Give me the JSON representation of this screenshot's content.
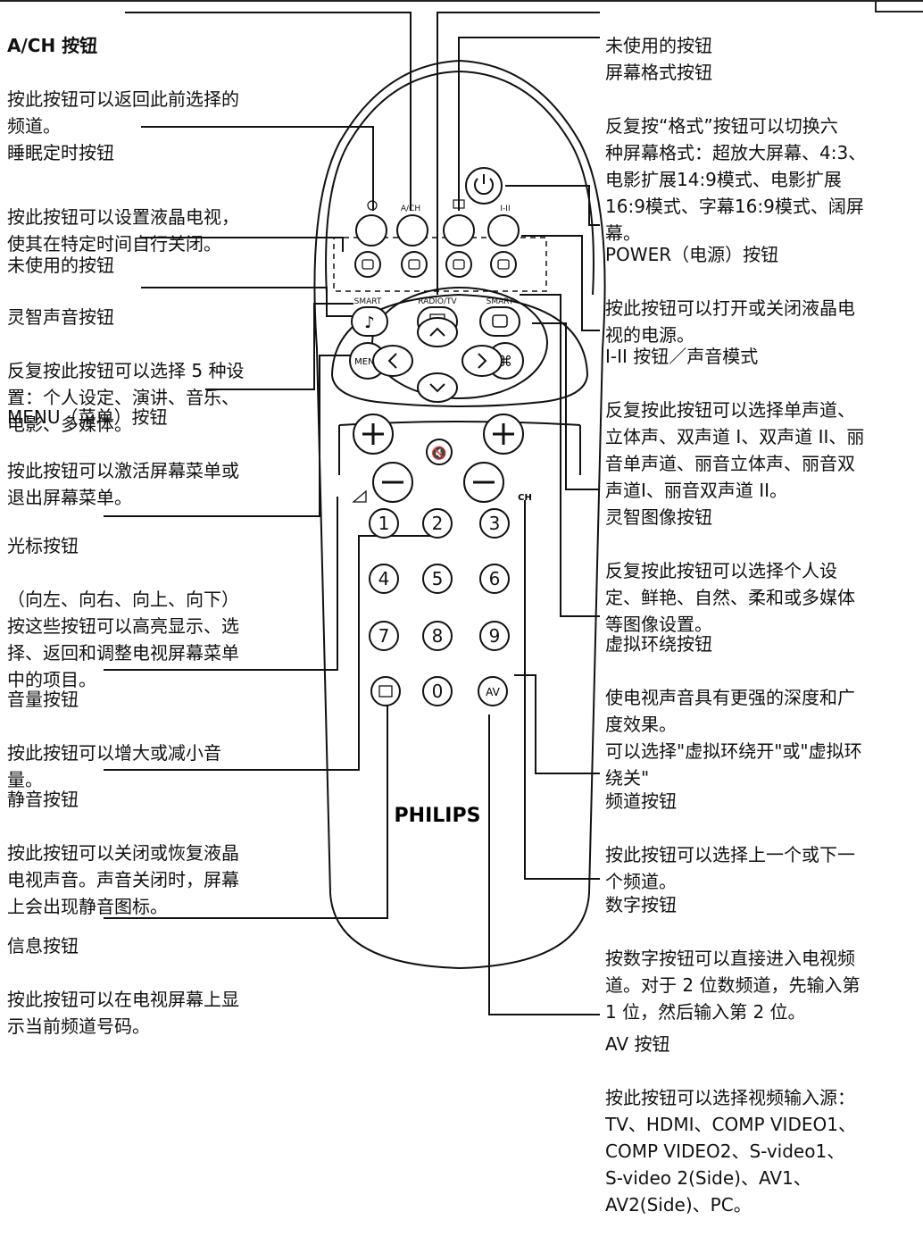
{
  "annotations": [
    {
      "id": "ach",
      "heading": "A/CH 按钮",
      "body": "按此按钮可以返回此前选择的\n频道。"
    },
    {
      "id": "sleep",
      "heading": "睡眠定时按钮",
      "body": "按此按钮可以设置液晶电视，\n使其在特定时间自行关闭。"
    },
    {
      "id": "unused-left",
      "heading": "未使用的按钮",
      "body": ""
    },
    {
      "id": "smart-sound",
      "heading": "灵智声音按钮",
      "body": "反复按此按钮可以选择 5 种设\n置：个人设定、演讲、音乐、\n电影、多媒体。"
    },
    {
      "id": "menu",
      "heading": "MENU（菜单）按钮",
      "body": "按此按钮可以激活屏幕菜单或\n退出屏幕菜单。"
    },
    {
      "id": "cursor",
      "heading": "光标按钮",
      "body": "（向左、向右、向上、向下）\n按这些按钮可以高亮显示、选\n择、返回和调整电视屏幕菜单\n中的项目。"
    },
    {
      "id": "volume",
      "heading": "音量按钮",
      "body": "按此按钮可以增大或减小音\n量。"
    },
    {
      "id": "mute",
      "heading": "静音按钮",
      "body": "按此按钮可以关闭或恢复液晶\n电视声音。声音关闭时，屏幕\n上会出现静音图标。"
    },
    {
      "id": "info",
      "heading": "信息按钮",
      "body": "按此按钮可以在电视屏幕上显\n示当前频道号码。"
    },
    {
      "id": "unused-right",
      "heading": "未使用的按钮",
      "body": ""
    },
    {
      "id": "format",
      "heading": "屏幕格式按钮",
      "body": "反复按“格式”按钮可以切换六\n种屏幕格式：超放大屏幕、4:3、\n电影扩展14:9模式、电影扩展\n16:9模式、字幕16:9模式、阔屏\n幕。"
    },
    {
      "id": "power",
      "heading": "POWER（电源）按钮",
      "body": "按此按钮可以打开或关闭液晶电\n视的电源。"
    },
    {
      "id": "sound-mode",
      "heading": "I-II 按钮／声音模式",
      "body": "反复按此按钮可以选择单声道、\n立体声、双声道 I、双声道 II、丽\n音单声道、丽音立体声、丽音双\n声道I、丽音双声道 II。"
    },
    {
      "id": "smart-picture",
      "heading": "灵智图像按钮",
      "body": "反复按此按钮可以选择个人设\n定、鲜艳、自然、柔和或多媒体\n等图像设置。"
    },
    {
      "id": "surround",
      "heading": "虚拟环绕按钮",
      "body": "使电视声音具有更强的深度和广\n度效果。\n可以选择\"虚拟环绕开\"或\"虚拟环\n绕关\""
    },
    {
      "id": "channel",
      "heading": "频道按钮",
      "body": "按此按钮可以选择上一个或下一\n个频道。"
    },
    {
      "id": "digits",
      "heading": "数字按钮",
      "body": "按数字按钮可以直接进入电视频\n道。对于 2 位数频道，先输入第\n1 位，然后输入第 2 位。"
    },
    {
      "id": "av",
      "heading": "AV 按钮",
      "body": "按此按钮可以选择视频输入源：\nTV、HDMI、COMP VIDEO1、\nCOMP VIDEO2、S-video1、\nS-video 2(Side)、AV1、\nAV2(Side)、PC。"
    }
  ],
  "remote": {
    "brand": "PHILIPS",
    "top_labels": {
      "sleep": "",
      "ach": "A/CH",
      "format": "",
      "sound": "I-II"
    },
    "row_labels": {
      "smart_left": "SMART",
      "radio_tv": "RADIO/TV",
      "smart_right": "SMART"
    },
    "menu": "MENU",
    "ch": "CH",
    "digits": [
      "1",
      "2",
      "3",
      "4",
      "5",
      "6",
      "7",
      "8",
      "9"
    ],
    "zero": "0",
    "av": "AV"
  }
}
